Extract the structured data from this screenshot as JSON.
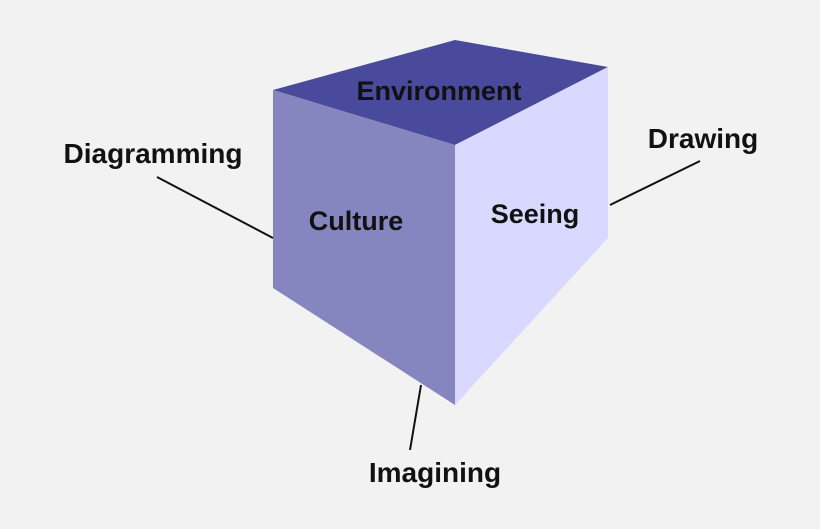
{
  "colors": {
    "background": "#f2f2f2",
    "top_face": "#4a4a9c",
    "left_face": "#8585c0",
    "right_face": "#d9d9ff",
    "connector": "#111111"
  },
  "faces": {
    "top": "Environment",
    "left": "Culture",
    "right": "Seeing"
  },
  "outer_labels": {
    "left": "Diagramming",
    "right": "Drawing",
    "bottom": "Imagining"
  }
}
